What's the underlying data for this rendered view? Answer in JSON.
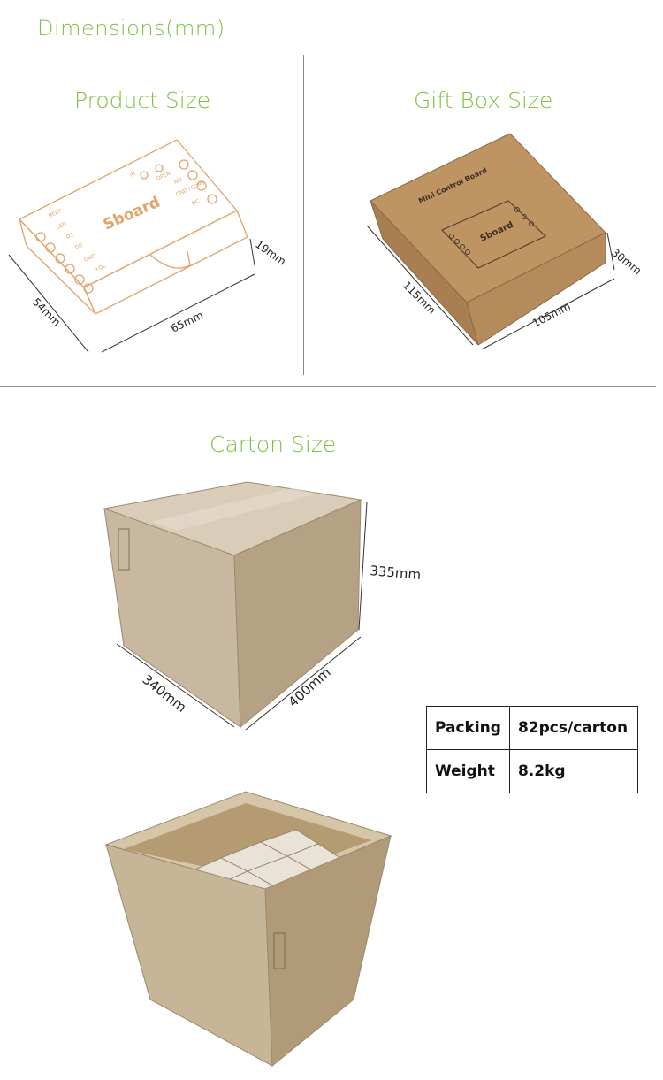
{
  "heading": "Dimensions(mm)",
  "product": {
    "title": "Product Size",
    "brand": "Sboard",
    "dim_length": "65mm",
    "dim_width": "54mm",
    "dim_height": "19mm",
    "left_labels": [
      "BEEP",
      "LED",
      "D1",
      "D0",
      "GND",
      "+DC"
    ],
    "right_labels": [
      "IR",
      "OPEN",
      "NO",
      "GND (COM)",
      "NC"
    ]
  },
  "gift_box": {
    "title": "Gift Box Size",
    "lid_text": "Mini Control Board",
    "brand": "Sboard",
    "dim_length": "105mm",
    "dim_width": "115mm",
    "dim_height": "30mm"
  },
  "carton": {
    "title": "Carton Size",
    "dim_height": "335mm",
    "dim_length": "400mm",
    "dim_width": "340mm"
  },
  "spec_table": {
    "rows": [
      {
        "label": "Packing",
        "value": "82pcs/carton"
      },
      {
        "label": "Weight",
        "value": "8.2kg"
      }
    ]
  },
  "colors": {
    "accent": "#7dc142",
    "sketch": "#e0a46a",
    "cardboard": "#c9a36d"
  }
}
